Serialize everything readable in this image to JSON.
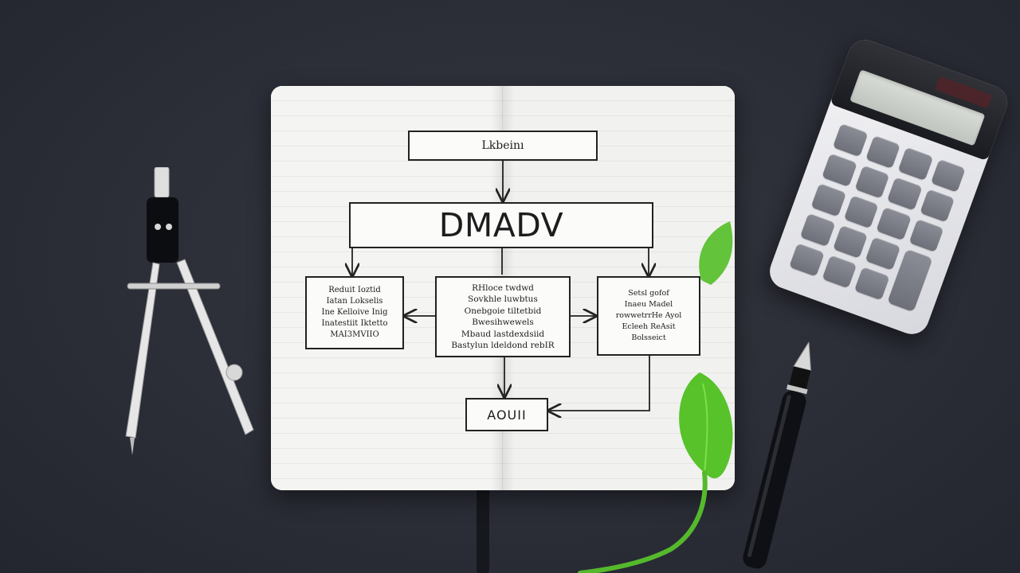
{
  "scene": {
    "background_color": "#2b2d37",
    "notebook_color": "#f3f3f1",
    "ink_color": "#222222",
    "leaf_color": "#57c22a"
  },
  "flowchart": {
    "top_box": {
      "label": "Lkbeinı"
    },
    "main_box": {
      "label": "DMADV"
    },
    "left_box": {
      "lines": [
        "Reduit Ioztid",
        "Iatan Lokselis",
        "Ine Kelloive Inig",
        "Inatestiit Iktetto",
        "MAI3MVIIO"
      ]
    },
    "center_box": {
      "lines": [
        "RHloce twdwd",
        "Sovkhle luwbtus",
        "Onebgoie tiltetbid",
        "Bwesihwewels",
        "Mbaud lastdexdsiid",
        "Bastylun ldeldond rebIR"
      ]
    },
    "right_box": {
      "lines": [
        "Setsl gofof",
        "Inaeu Madel",
        "rowwetrrHe Ayol",
        "Ecleeh ReAsit",
        "Bolsseict"
      ]
    },
    "bottom_box": {
      "label": "AOUII"
    }
  }
}
